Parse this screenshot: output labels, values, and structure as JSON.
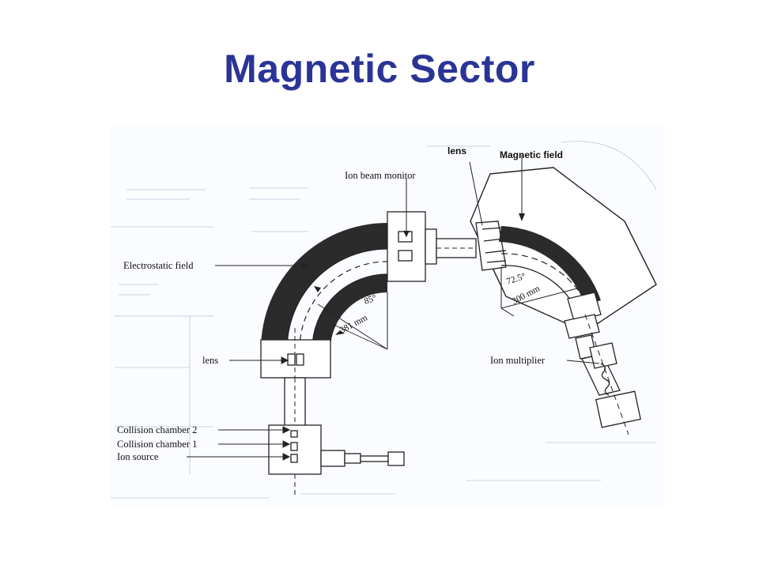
{
  "slide": {
    "title": "Magnetic Sector"
  },
  "diagram": {
    "labels": {
      "lens_top": "lens",
      "magnetic_field": "Magnetic field",
      "ion_beam_monitor": "Ion beam monitor",
      "electrostatic_field": "Electrostatic field",
      "lens_left": "lens",
      "collision_chamber_2": "Collision chamber 2",
      "collision_chamber_1": "Collision chamber 1",
      "ion_source": "Ion source",
      "ion_multiplier": "Ion multiplier",
      "angle_esa": "85°",
      "radius_esa": "381 mm",
      "angle_mag": "72.5°",
      "radius_mag": "300 mm"
    },
    "colors": {
      "title": "#2b3496",
      "field": "#2b2b2b",
      "ghost": "#b9c3d6"
    }
  }
}
